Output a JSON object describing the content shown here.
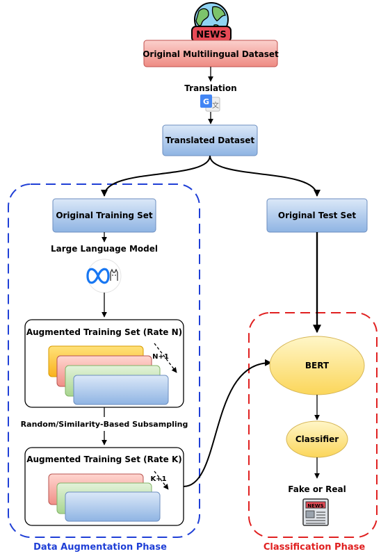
{
  "news_badge": "NEWS",
  "original_dataset": "Original Multilingual Dataset",
  "translation": "Translation",
  "translate_icon_letter": "G",
  "translated_dataset": "Translated Dataset",
  "original_training_set": "Original Training Set",
  "original_test_set": "Original Test Set",
  "llm_label": "Large Language Model",
  "augmented_n": "Augmented Training Set (Rate N)",
  "n_plus_1": "N+1",
  "subsampling": "Random/Similarity-Based Subsampling",
  "augmented_k": "Augmented Training Set (Rate K)",
  "k_plus_1": "K+1",
  "bert": "BERT",
  "classifier": "Classifier",
  "fake_or_real": "Fake or Real",
  "newspaper_badge": "NEWS",
  "data_augmentation_phase": "Data Augmentation Phase",
  "classification_phase": "Classification Phase",
  "icons": [
    "globe-icon",
    "google-translate-icon",
    "meta-llama-icon",
    "newspaper-icon"
  ],
  "colors": {
    "red_box": "#f28b82",
    "blue_box": "#9fc1ea",
    "yellow_node": "#fde58a",
    "aug_phase_border": "#1f3fd6",
    "cls_phase_border": "#e02020",
    "phase_aug_text": "#1f3fd6",
    "phase_cls_text": "#e02020"
  }
}
